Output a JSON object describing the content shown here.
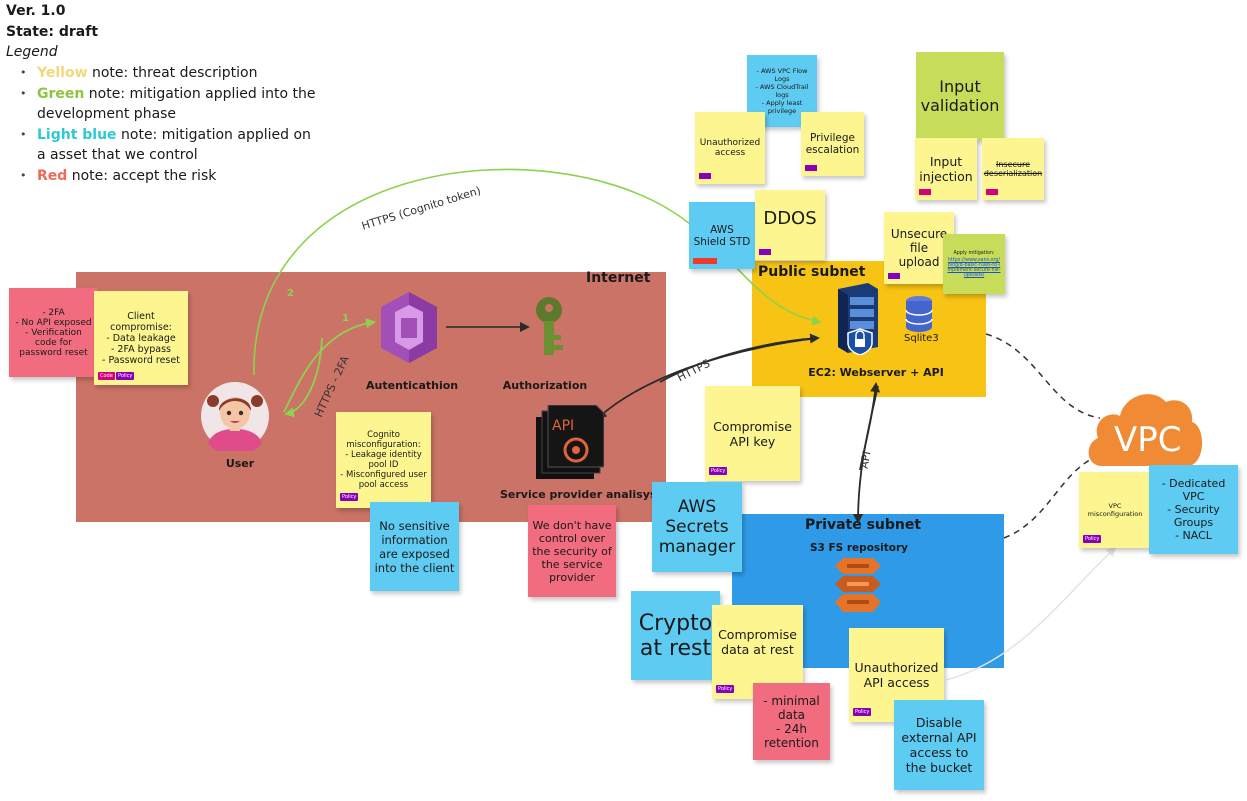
{
  "header": {
    "version": "Ver. 1.0",
    "state": "State: draft"
  },
  "legend": {
    "title": "Legend",
    "items": [
      {
        "keyword": "Yellow",
        "color": "#f4d67c",
        "text": " note: threat description"
      },
      {
        "keyword": "Green",
        "color": "#8fc43f",
        "text": " note: mitigation applied into the development phase"
      },
      {
        "keyword": "Light blue",
        "color": "#2ec9d6",
        "text": " note: mitigation applied on a asset that we control"
      },
      {
        "keyword": "Red",
        "color": "#ef6b58",
        "text": " note: accept the risk"
      }
    ]
  },
  "zones": {
    "internet": {
      "label": "Internet",
      "color": "#cb7366"
    },
    "public": {
      "label": "Public subnet",
      "color": "#f7c314"
    },
    "private": {
      "label": "Private subnet",
      "color": "#2f9be8"
    }
  },
  "nodes": {
    "user": "User",
    "auth": "Autenticathion",
    "authz": "Authorization",
    "sp": "Service provider analisys",
    "api_text": "API",
    "ec2": "EC2: Webserver + API",
    "sqlite": "Sqlite3",
    "s3": "S3 FS repository",
    "vpc": "VPC"
  },
  "edges": {
    "cognito": "HTTPS (Cognito token)",
    "step2": "2",
    "step1": "1",
    "https2fa": "HTTPS - 2FA",
    "https": "HTTPS",
    "api": "API"
  },
  "notes": {
    "red_2fa": "- 2FA\n- No API exposed\n- Verification code for password reset",
    "client": "Client compromise:\n- Data leakage\n- 2FA bypass\n- Password reset",
    "cognito_mis": "Cognito misconfiguration:\n- Leakage identity pool ID\n- Misconfigured user pool access",
    "no_sensitive": "No sensitive information are exposed into the client",
    "no_control": "We don't have control over the security of the service provider",
    "flowlogs": "- AWS VPC Flow Logs\n- AWS CloudTrail logs\n- Apply least privilege",
    "unauth": "Unauthorized access",
    "priv_esc": "Privilege escalation",
    "input_val": "Input validation",
    "input_inj": "Input injection",
    "insecure_deser": "Insecure deserialization",
    "shield": "AWS Shield STD",
    "ddos": "DDOS",
    "upload": "Unsecure file upload",
    "apply_mit": "Apply mitigation:",
    "apply_link": "https://www.sans.org/blog/8-basic-rules-to-implement-secure-file-uploads/",
    "api_key": "Compromise API key",
    "secrets": "AWS Secrets manager",
    "crypto": "Crypto at rest",
    "data_rest": "Compromise data at rest",
    "minimal": "- minimal data\n- 24h retention",
    "api_access": "Unauthorized API access",
    "disable_api": "Disable external API access to the bucket",
    "vpc_mis": "VPC misconfiguration",
    "vpc_groups": "- Dedicated VPC\n- Security Groups\n- NACL"
  },
  "tags": {
    "code": "Code",
    "policy": "Policy"
  },
  "colors": {
    "tag_pink": "#d6007b",
    "tag_purple": "#8a00b8",
    "arrow_green": "#8fd14f",
    "arrow_dark": "#2b2b2b"
  }
}
